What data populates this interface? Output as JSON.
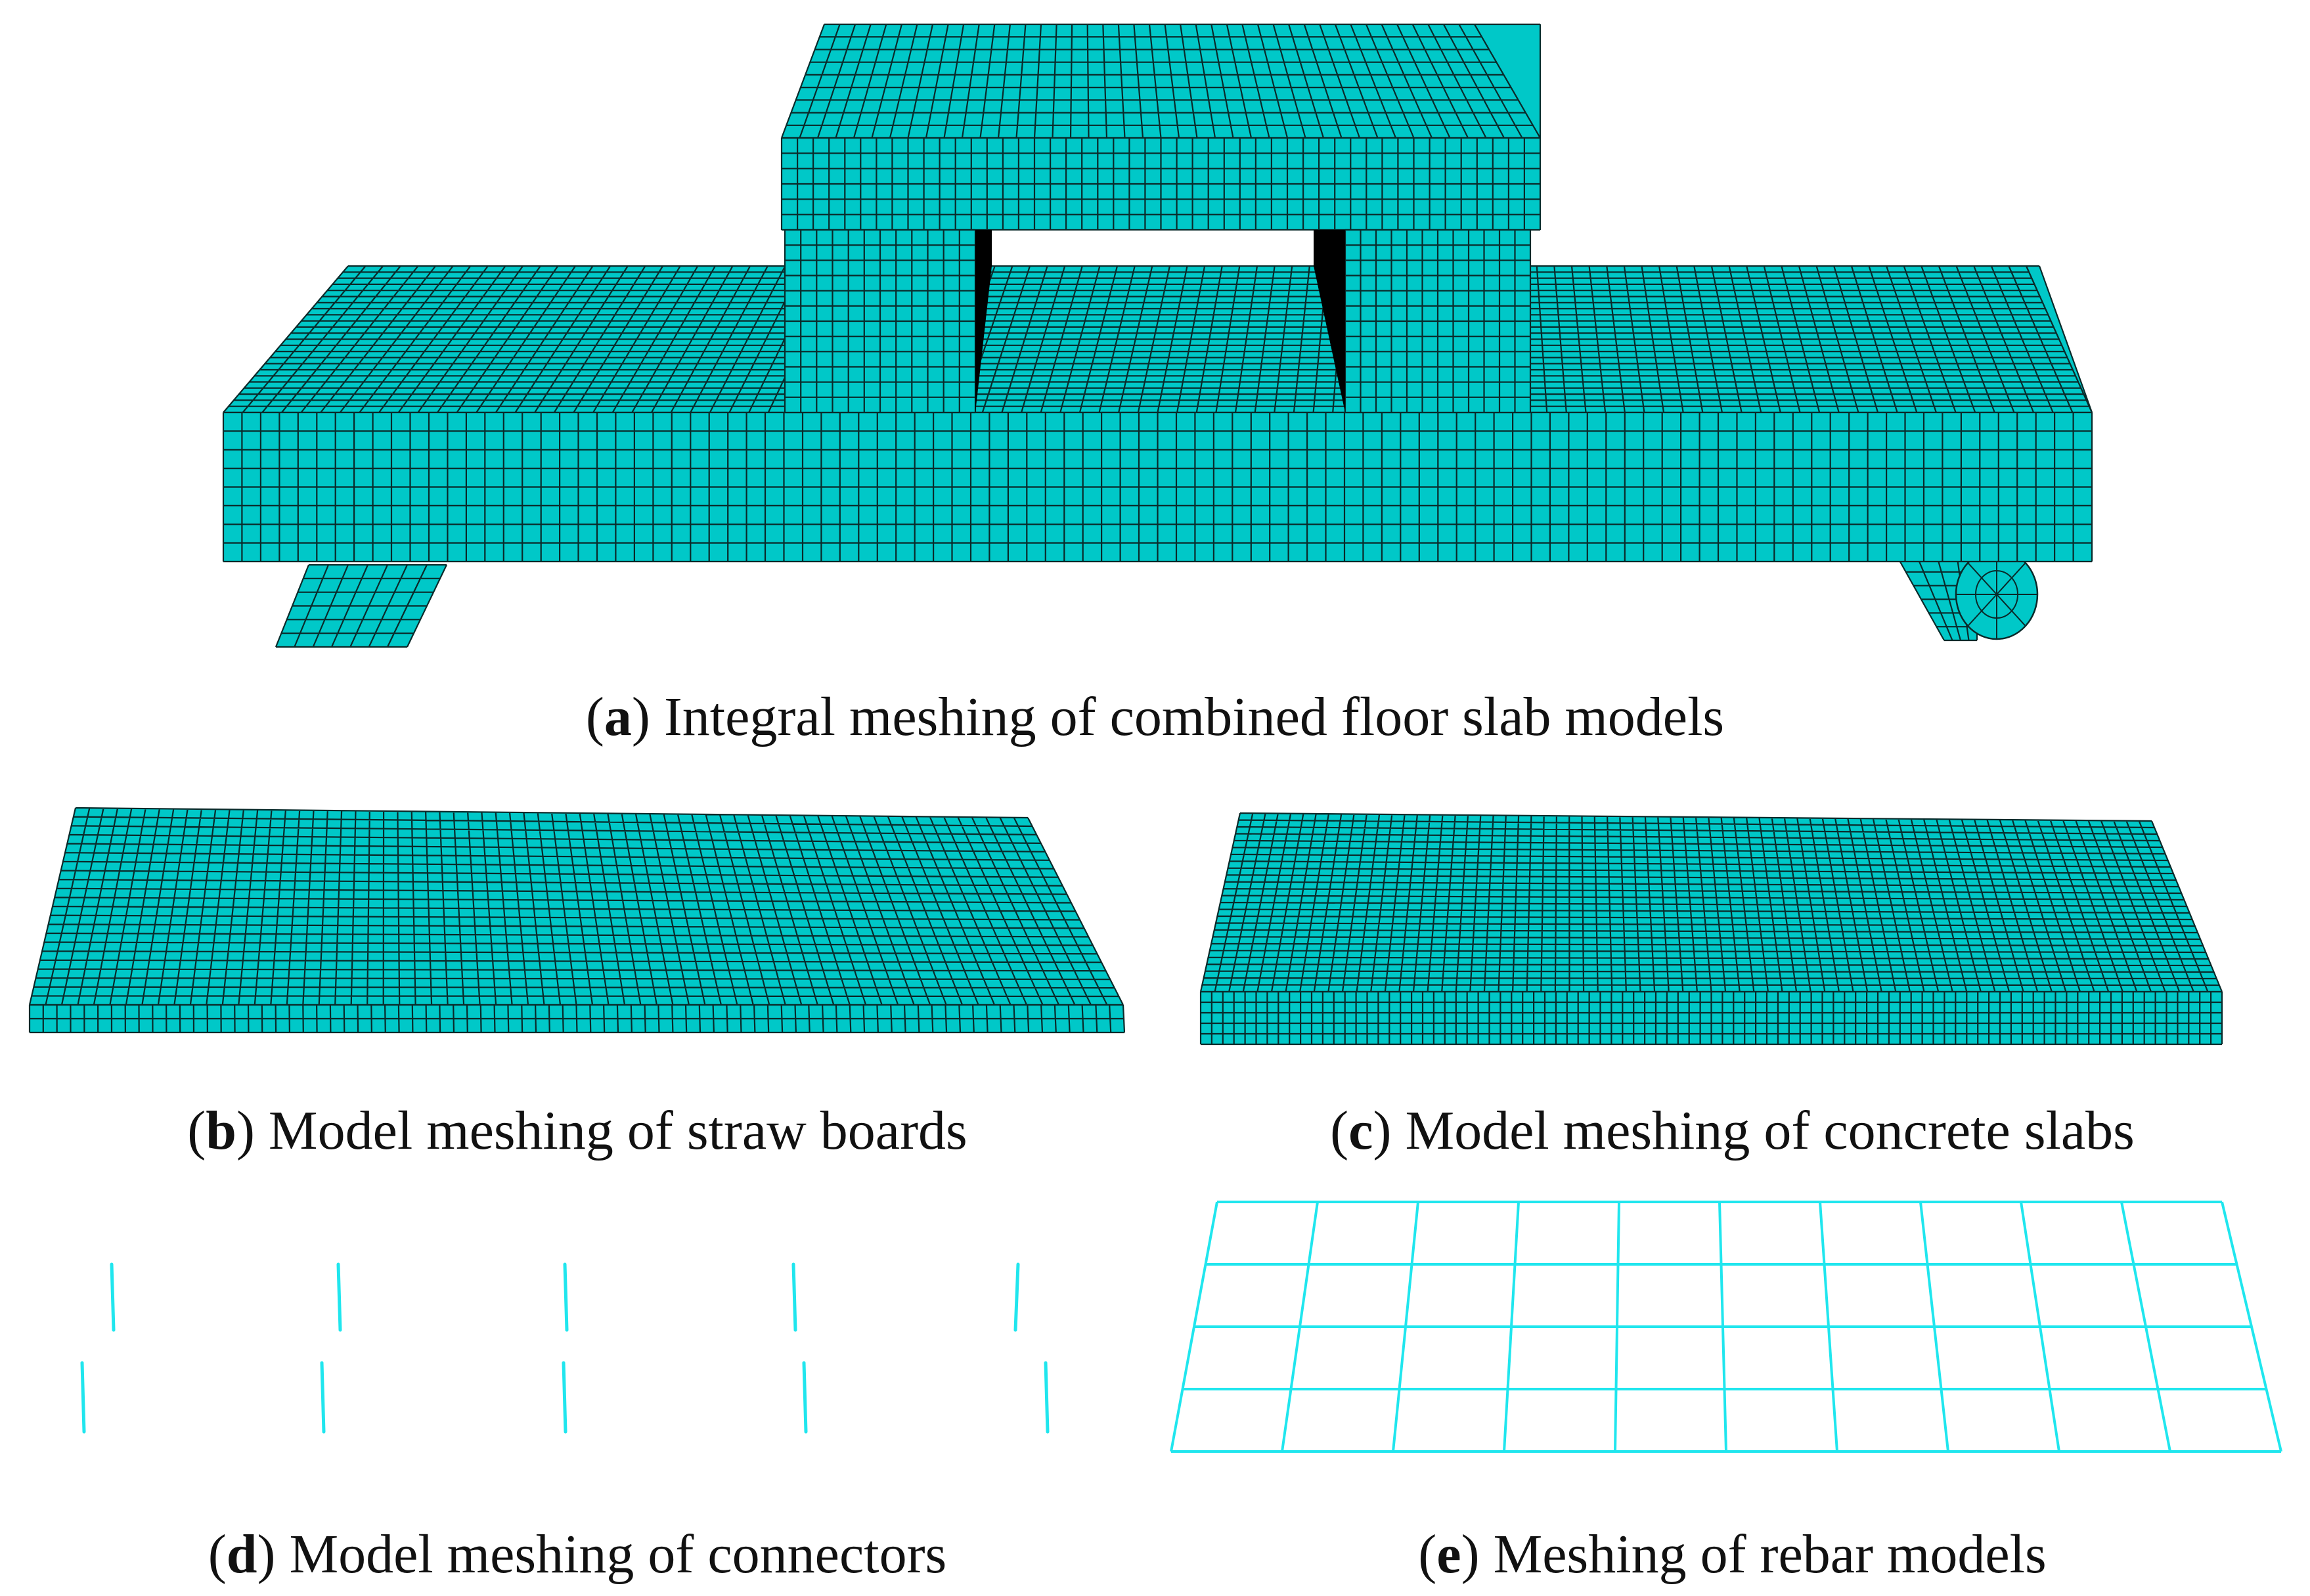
{
  "colors": {
    "mesh_fill": "#00C8C8",
    "mesh_line": "#0A2A2A",
    "wire": "#20E6EE",
    "shadow": "#000000"
  },
  "panels": [
    {
      "id": "a",
      "letter": "a",
      "caption": "Integral meshing of combined floor slab models"
    },
    {
      "id": "b",
      "letter": "b",
      "caption": "Model meshing of straw boards"
    },
    {
      "id": "c",
      "letter": "c",
      "caption": "Model meshing of concrete slabs"
    },
    {
      "id": "d",
      "letter": "d",
      "caption": "Model meshing of connectors"
    },
    {
      "id": "e",
      "letter": "e",
      "caption": "Meshing of rebar models"
    }
  ]
}
